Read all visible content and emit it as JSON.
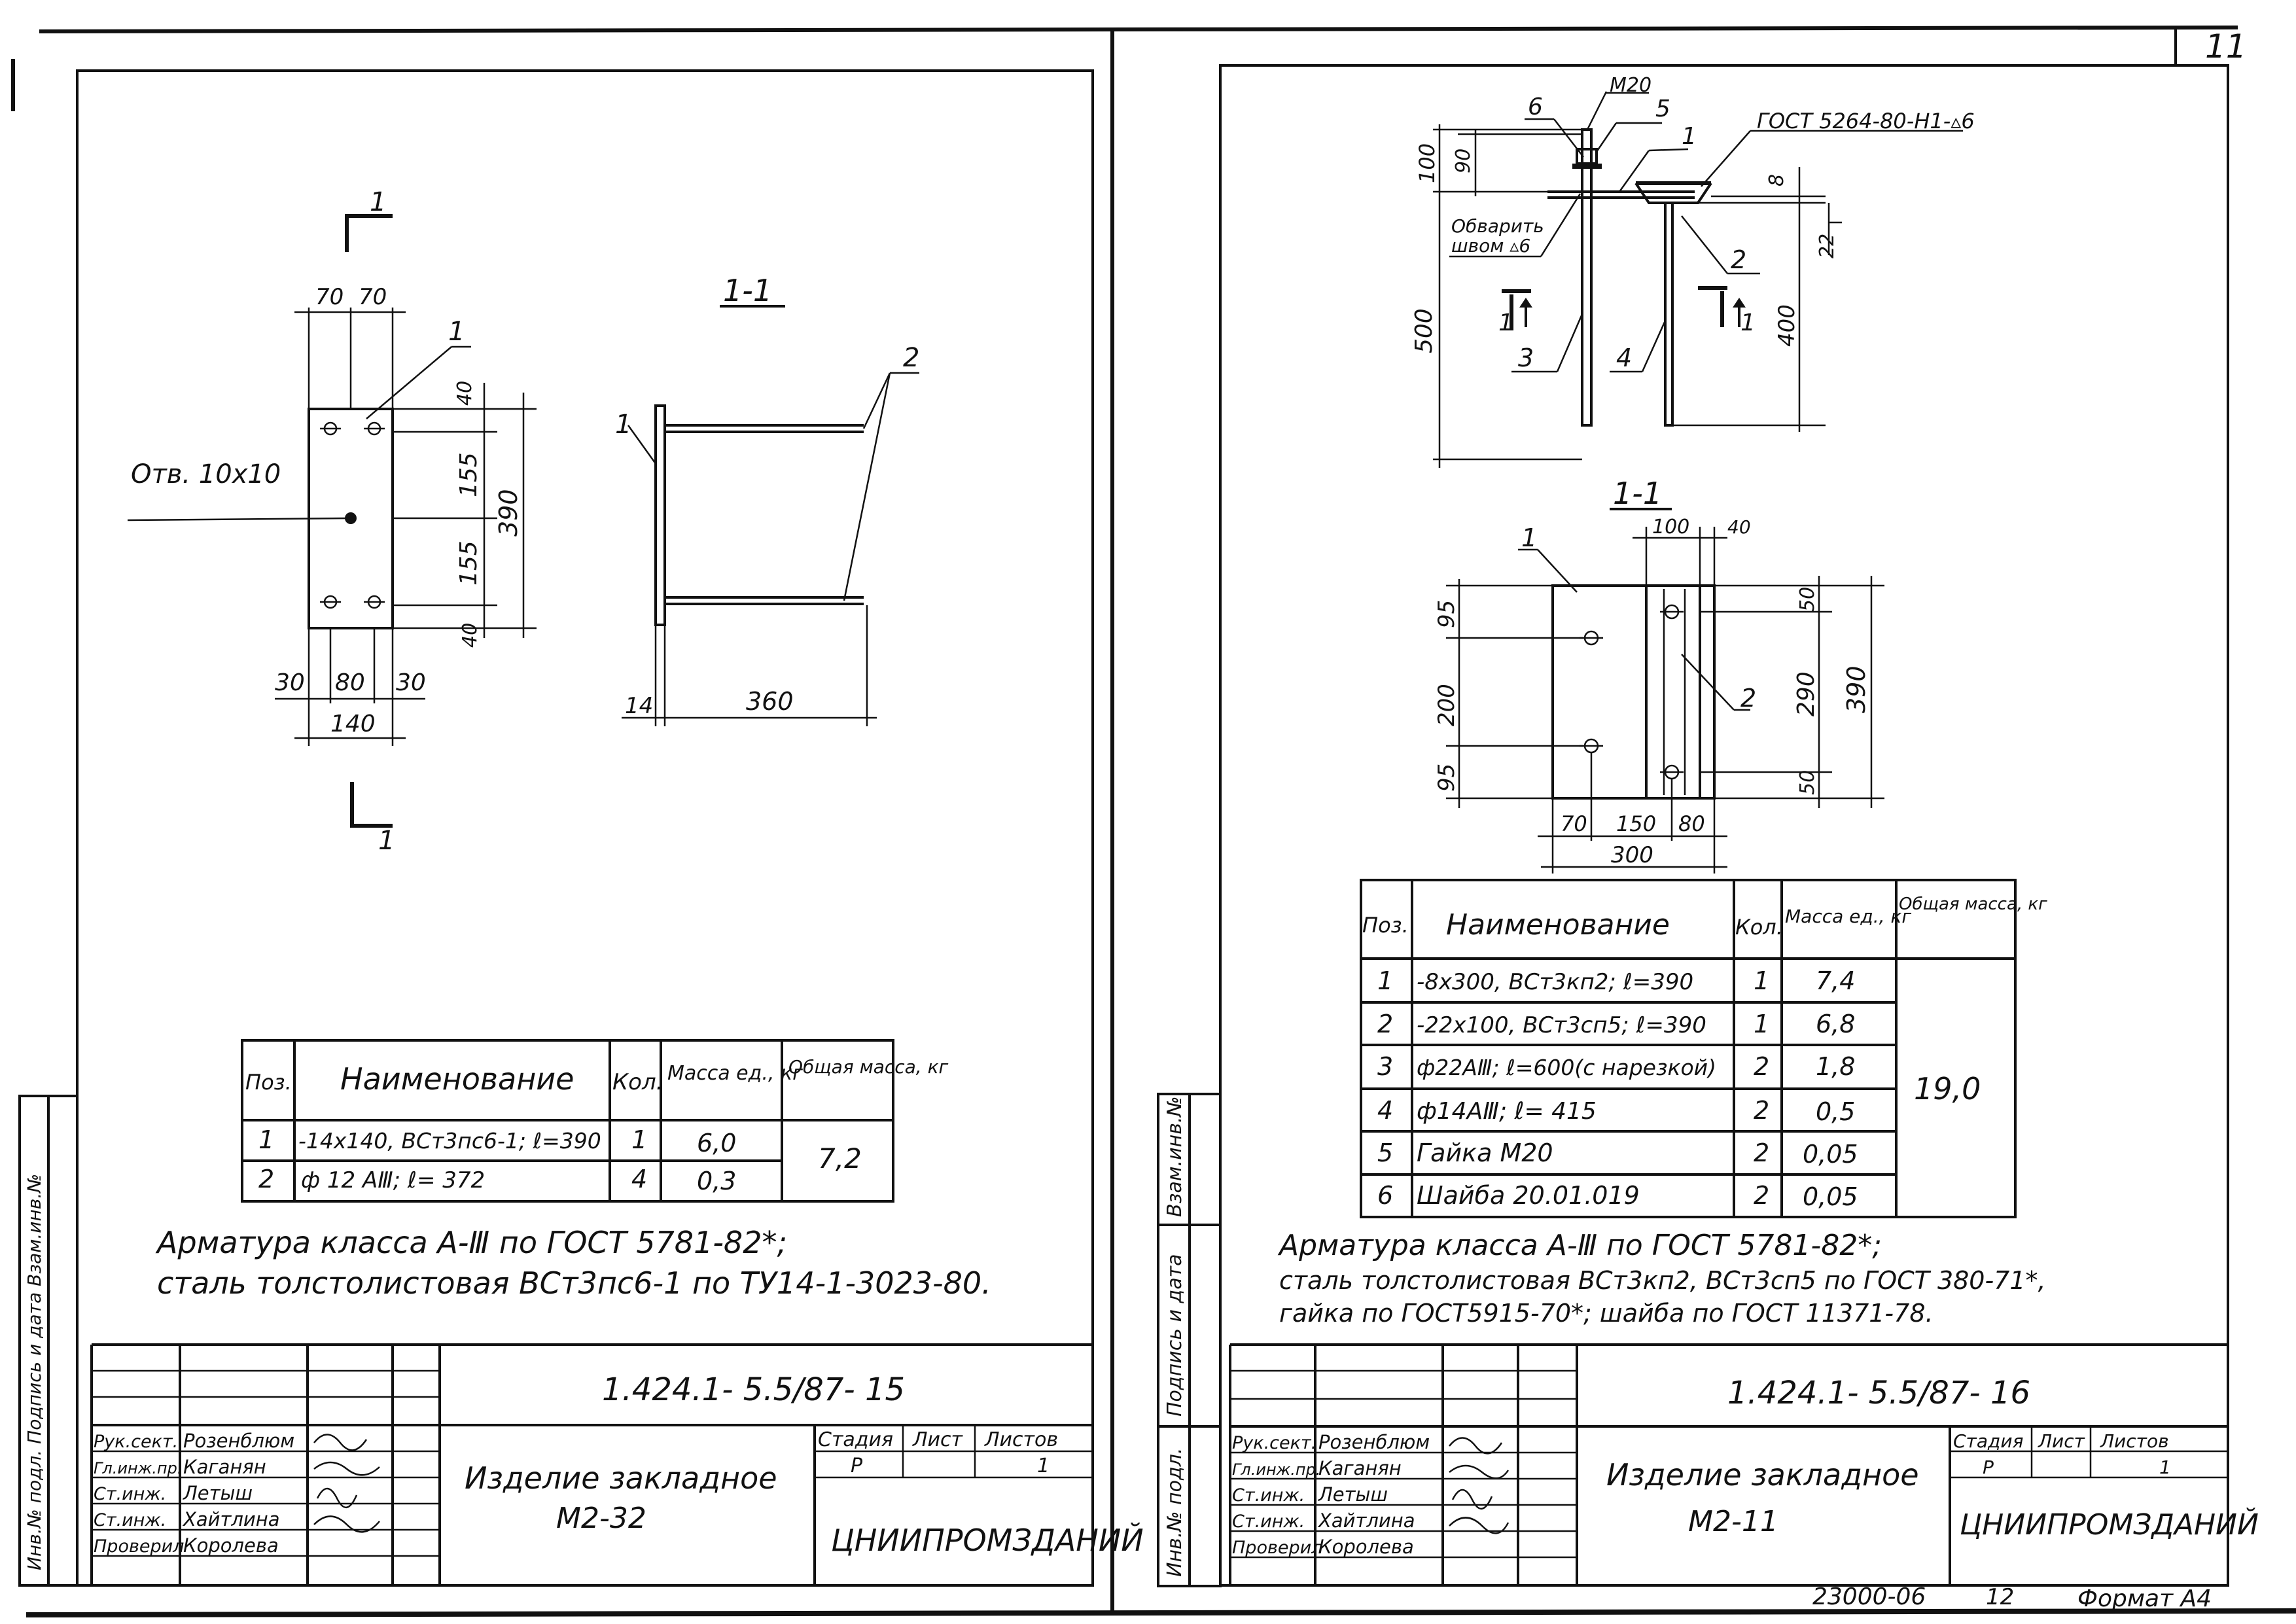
{
  "sheet_number": "11",
  "footer": {
    "code": "23000-06",
    "sheet_ref": "12",
    "format": "Формат А4"
  },
  "left_sheet": {
    "section_mark": "1",
    "section_title": "1-1",
    "hole_label": "Отв. 10х10",
    "dims": {
      "d70a": "70",
      "d70b": "70",
      "d40t": "40",
      "d155a": "155",
      "d155b": "155",
      "d40b": "40",
      "d390": "390",
      "d30a": "30",
      "d80": "80",
      "d30b": "30",
      "d140": "140",
      "d14": "14",
      "d360": "360"
    },
    "pos": {
      "p1": "1",
      "p1s": "1",
      "p2s": "2"
    },
    "table": {
      "headers": [
        "Поз.",
        "Наименование",
        "Кол.",
        "Масса ед., кг",
        "Общая масса, кг"
      ],
      "rows": [
        {
          "pos": "1",
          "name": "-14х140, ВСт3пс6-1; ℓ=390",
          "qty": "1",
          "unit_mass": "6,0"
        },
        {
          "pos": "2",
          "name": "ф 12 АⅢ;   ℓ= 372",
          "qty": "4",
          "unit_mass": "0,3"
        }
      ],
      "total_mass": "7,2"
    },
    "notes": [
      "Арматура класса  А-Ⅲ  по  ГОСТ  5781-82*;",
      "сталь толстолистовая ВСт3пс6-1 по ТУ14-1-3023-80."
    ],
    "stamp": {
      "doc_code": "1.424.1- 5.5/87- 15",
      "roles": [
        "Рук.сект.",
        "Гл.инж.пр.",
        "Ст.инж.",
        "Ст.инж.",
        "Проверил"
      ],
      "names": [
        "Розенблюм",
        "Каганян",
        "Летыш",
        "Хайтлина",
        "Королева"
      ],
      "title_line1": "Изделие  закладное",
      "title_line2": "М2-32",
      "stage_label": "Стадия",
      "sheet_label": "Лист",
      "sheets_label": "Листов",
      "stage": "Р",
      "sheets": "1",
      "org": "ЦНИИПРОМЗДАНИЙ"
    }
  },
  "right_sheet": {
    "labels": {
      "m20": "М20",
      "pos6": "6",
      "pos5": "5",
      "pos1": "1",
      "gost": "ГОСТ 5264-80-Н1-▵6",
      "weld": "Обварить",
      "weld2": "швом ▵6",
      "pos2": "2",
      "pos3": "3",
      "pos4": "4",
      "sec": "1",
      "section_title": "1-1",
      "pos1b": "1",
      "pos2b": "2"
    },
    "dims": {
      "d100": "100",
      "d90": "90",
      "d500": "500",
      "d8": "8",
      "d22": "22",
      "d400": "400",
      "d100b": "100",
      "d40": "40",
      "d95a": "95",
      "d200": "200",
      "d95b": "95",
      "d50a": "50",
      "d290": "290",
      "d50b": "50",
      "d390": "390",
      "d70": "70",
      "d150": "150",
      "d80": "80",
      "d300": "300"
    },
    "table": {
      "headers": [
        "Поз.",
        "Наименование",
        "Кол.",
        "Масса ед., кг",
        "Общая масса, кг"
      ],
      "rows": [
        {
          "pos": "1",
          "name": "-8х300, ВСт3кп2; ℓ=390",
          "qty": "1",
          "unit_mass": "7,4"
        },
        {
          "pos": "2",
          "name": "-22х100, ВСт3сп5; ℓ=390",
          "qty": "1",
          "unit_mass": "6,8"
        },
        {
          "pos": "3",
          "name": "ф22АⅢ; ℓ=600(с нарезкой)",
          "qty": "2",
          "unit_mass": "1,8"
        },
        {
          "pos": "4",
          "name": "ф14АⅢ;  ℓ= 415",
          "qty": "2",
          "unit_mass": "0,5"
        },
        {
          "pos": "5",
          "name": "Гайка  М20",
          "qty": "2",
          "unit_mass": "0,05"
        },
        {
          "pos": "6",
          "name": "Шайба  20.01.019",
          "qty": "2",
          "unit_mass": "0,05"
        }
      ],
      "total_mass": "19,0"
    },
    "notes": [
      "Арматура  класса   А-Ⅲ  по  ГОСТ 5781-82*;",
      "сталь толстолистовая ВСт3кп2, ВСт3сп5 по ГОСТ 380-71*,",
      "гайка  по  ГОСТ5915-70*;  шайба  по ГОСТ 11371-78."
    ],
    "stamp": {
      "doc_code": "1.424.1- 5.5/87- 16",
      "roles": [
        "Рук.сект.",
        "Гл.инж.пр.",
        "Ст.инж.",
        "Ст.инж.",
        "Проверил"
      ],
      "names": [
        "Розенблюм",
        "Каганян",
        "Летыш",
        "Хайтлина",
        "Королева"
      ],
      "title_line1": "Изделие  закладное",
      "title_line2": "М2-11",
      "stage_label": "Стадия",
      "sheet_label": "Лист",
      "sheets_label": "Листов",
      "stage": "Р",
      "sheets": "1",
      "org": "ЦНИИПРОМЗДАНИЙ"
    },
    "side_labels": [
      "Взам.инв.№",
      "Подпись и дата",
      "Инв.№ подл."
    ]
  }
}
